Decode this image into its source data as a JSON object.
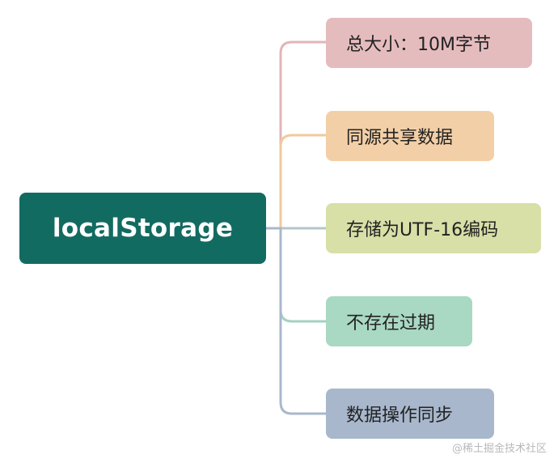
{
  "root": {
    "label": "localStorage",
    "color": "#126b61"
  },
  "branches": [
    {
      "label": "总大小：10M字节",
      "fill": "#e5bcbe",
      "line": "#e2b5b8"
    },
    {
      "label": "同源共享数据",
      "fill": "#f3cfa7",
      "line": "#f2c99c"
    },
    {
      "label": "存储为UTF-16编码",
      "fill": "#d8dfa7",
      "line": "#b5c6c9"
    },
    {
      "label": "不存在过期",
      "fill": "#a9d8c3",
      "line": "#a3d2c1"
    },
    {
      "label": "数据操作同步",
      "fill": "#a8b7cc",
      "line": "#a9b8cc"
    }
  ],
  "watermark": "@稀土掘金技术社区"
}
